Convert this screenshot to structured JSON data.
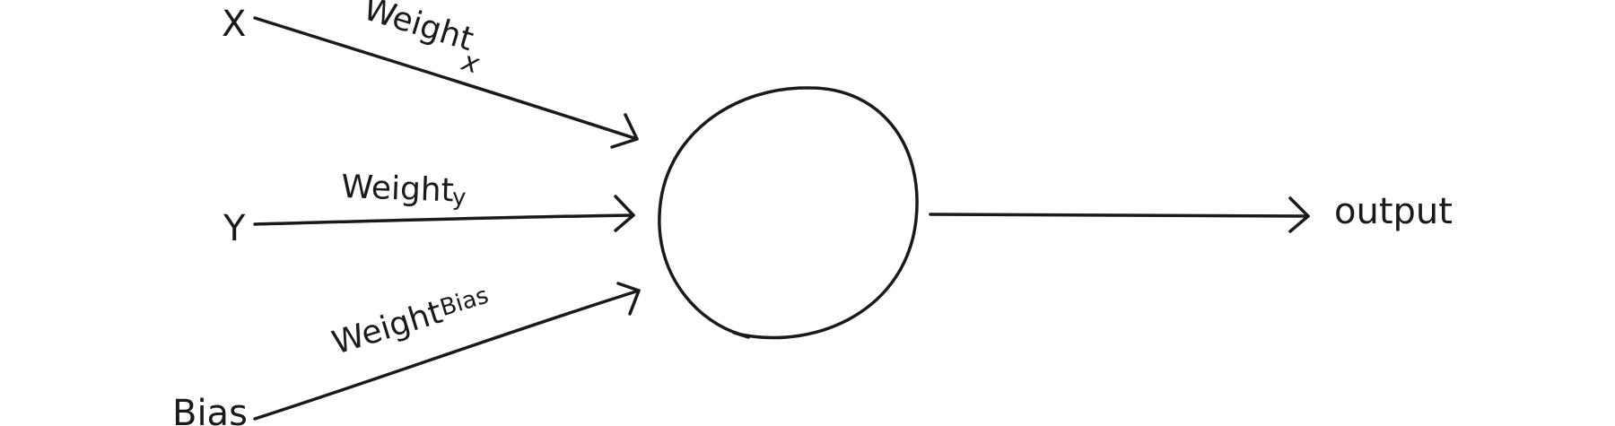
{
  "inputs": {
    "x": {
      "label": "X",
      "weight_main": "Weight",
      "weight_sub": "x"
    },
    "y": {
      "label": "Y",
      "weight_main": "Weight",
      "weight_sub": "y"
    },
    "bias": {
      "label": "Bias",
      "weight_main": "Weight",
      "weight_sub": "Bias"
    }
  },
  "output": {
    "label": "output"
  }
}
